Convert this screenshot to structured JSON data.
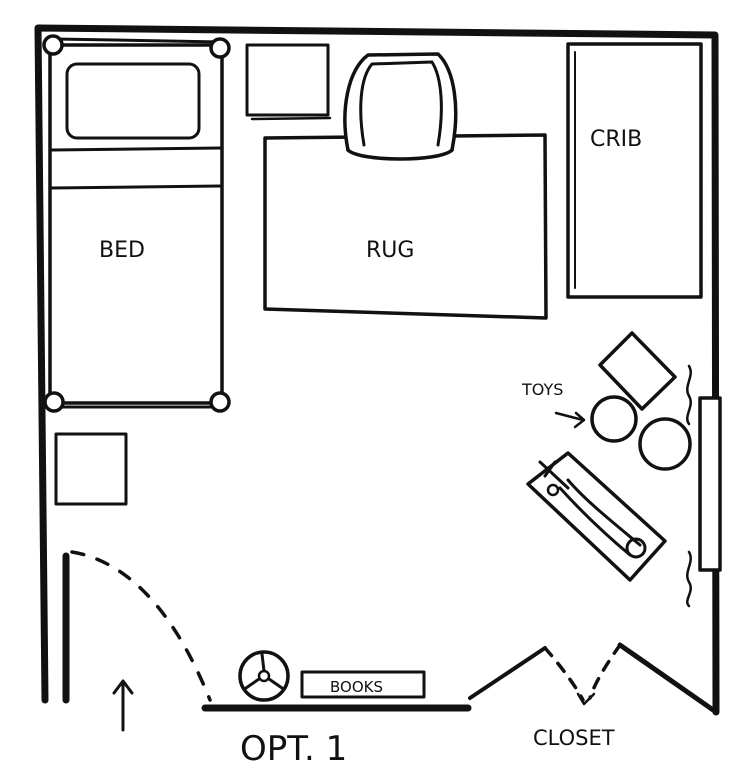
{
  "floor_plan": {
    "labels": {
      "bed": "BED",
      "rug": "RUG",
      "crib": "CRIB",
      "toys": "TOYS",
      "books": "BOOKS",
      "closet": "CLOSET",
      "option": "OPT. 1"
    },
    "colors": {
      "ink": "#111111",
      "paper": "#ffffff"
    }
  }
}
